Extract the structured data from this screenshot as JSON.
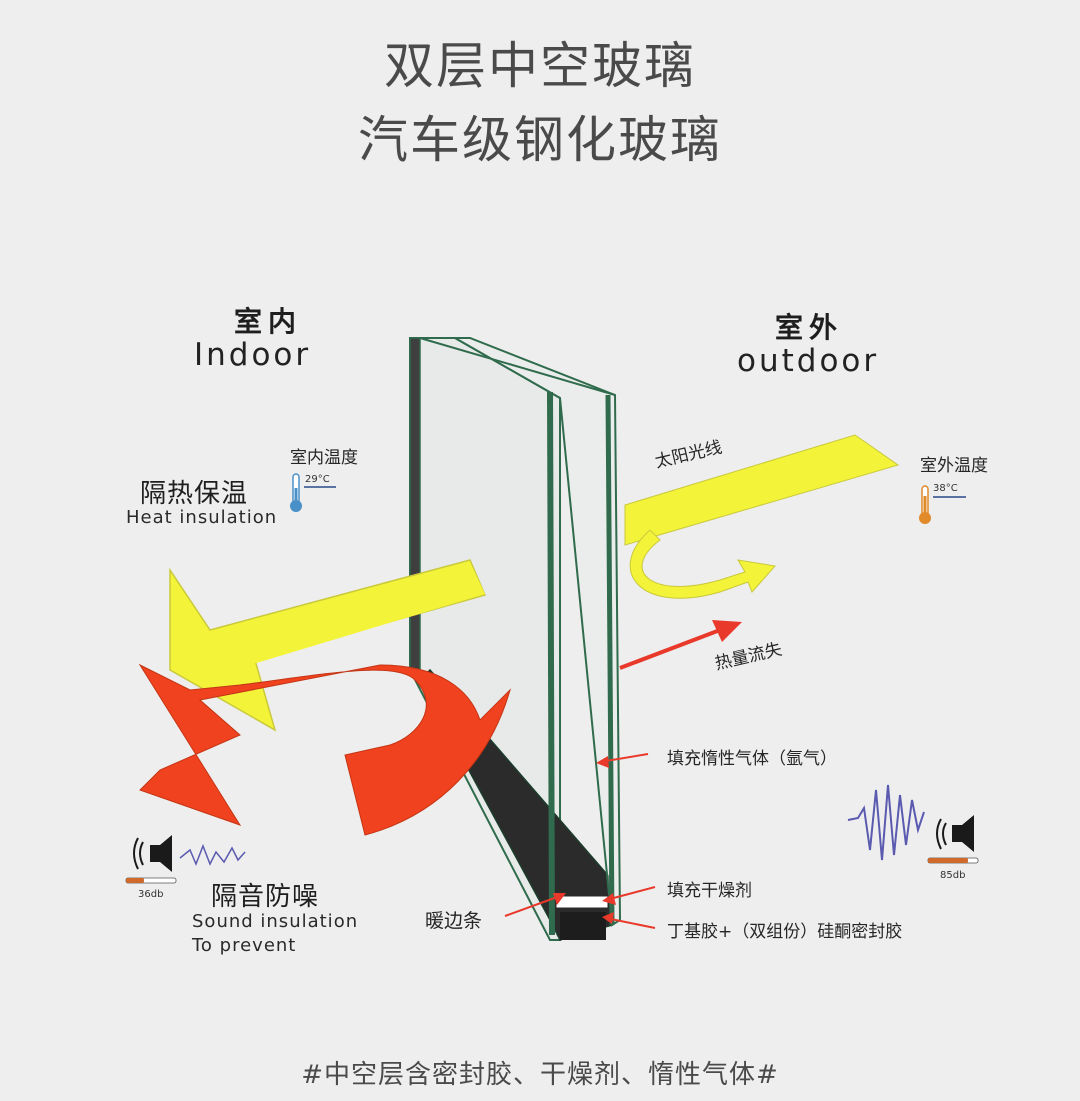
{
  "title": {
    "line1": "双层中空玻璃",
    "line2": "汽车级钢化玻璃"
  },
  "indoor": {
    "zh": "室内",
    "en": "Indoor",
    "temp_label": "室内温度",
    "temp_value": "29°C",
    "thermometer_color": "#4a90c8"
  },
  "outdoor": {
    "zh": "室外",
    "en": "outdoor",
    "temp_label": "室外温度",
    "temp_value": "38°C",
    "thermometer_color": "#e08a2a"
  },
  "heat": {
    "zh": "隔热保温",
    "en": "Heat insulation"
  },
  "sound": {
    "zh": "隔音防噪",
    "en_line1": "Sound insulation",
    "en_line2": "To prevent",
    "indoor_db": "36db",
    "outdoor_db": "85db"
  },
  "annotations": {
    "sunlight": "太阳光线",
    "heat_loss": "热量流失",
    "inert_gas": "填充惰性气体（氩气）",
    "desiccant": "填充干燥剂",
    "warm_edge": "暖边条",
    "sealant": "丁基胶+（双组份）硅酮密封胶"
  },
  "colors": {
    "yellow_arrow": "#f3f33a",
    "red_arrow": "#f0421f",
    "glass_edge": "#2f6b4c",
    "spacer": "#2b2b2b"
  },
  "footer": "#中空层含密封胶、干燥剂、惰性气体#"
}
